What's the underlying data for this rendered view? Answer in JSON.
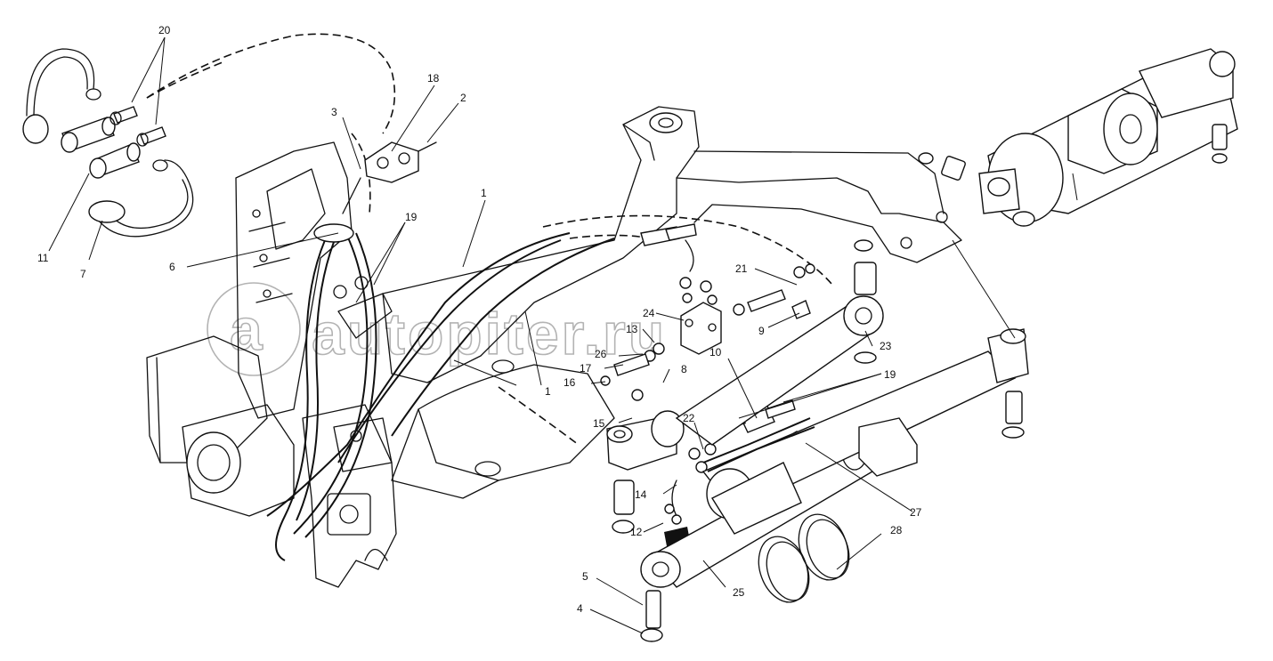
{
  "watermark": "autopiter.ru",
  "callouts": [
    {
      "id": "c1a",
      "text": "1"
    },
    {
      "id": "c1b",
      "text": "1"
    },
    {
      "id": "c2",
      "text": "2"
    },
    {
      "id": "c3",
      "text": "3"
    },
    {
      "id": "c4",
      "text": "4"
    },
    {
      "id": "c5",
      "text": "5"
    },
    {
      "id": "c6",
      "text": "6"
    },
    {
      "id": "c7",
      "text": "7"
    },
    {
      "id": "c8",
      "text": "8"
    },
    {
      "id": "c9",
      "text": "9"
    },
    {
      "id": "c10",
      "text": "10"
    },
    {
      "id": "c11",
      "text": "11"
    },
    {
      "id": "c12",
      "text": "12"
    },
    {
      "id": "c13",
      "text": "13"
    },
    {
      "id": "c14",
      "text": "14"
    },
    {
      "id": "c15",
      "text": "15"
    },
    {
      "id": "c16",
      "text": "16"
    },
    {
      "id": "c17",
      "text": "17"
    },
    {
      "id": "c18",
      "text": "18"
    },
    {
      "id": "c19a",
      "text": "19"
    },
    {
      "id": "c19b",
      "text": "19"
    },
    {
      "id": "c20",
      "text": "20"
    },
    {
      "id": "c21",
      "text": "21"
    },
    {
      "id": "c22",
      "text": "22"
    },
    {
      "id": "c23",
      "text": "23"
    },
    {
      "id": "c24",
      "text": "24"
    },
    {
      "id": "c25",
      "text": "25"
    },
    {
      "id": "c26",
      "text": "26"
    },
    {
      "id": "c27",
      "text": "27"
    },
    {
      "id": "c28",
      "text": "28"
    }
  ]
}
